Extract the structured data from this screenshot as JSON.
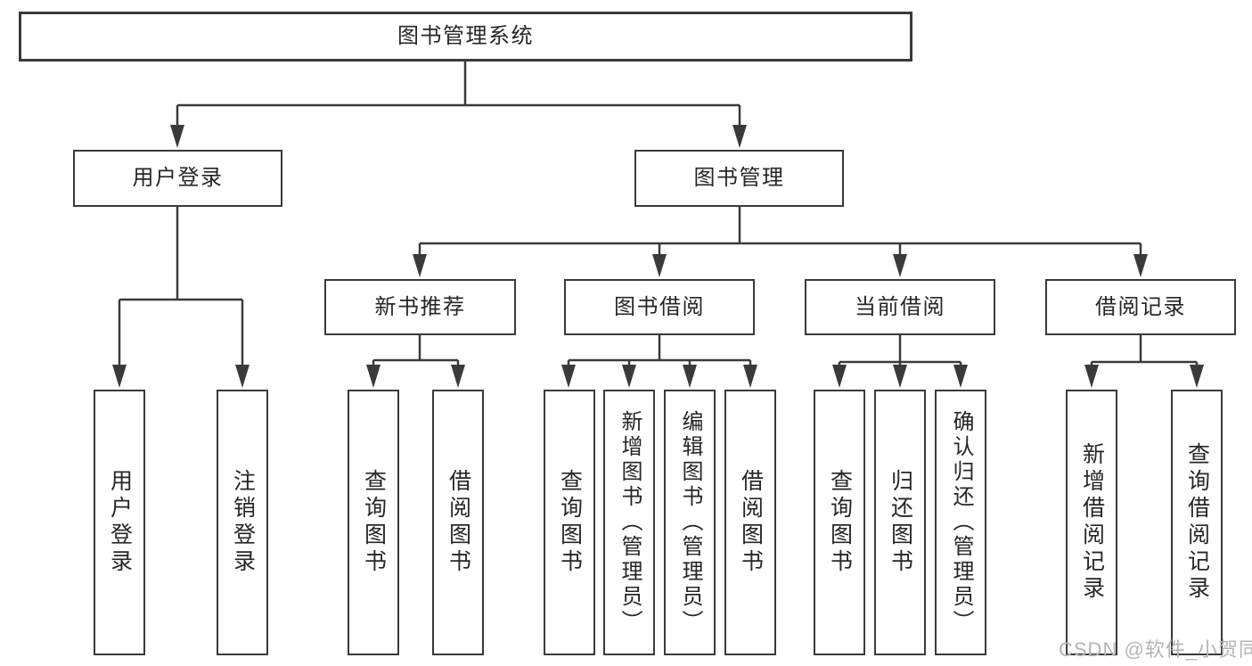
{
  "diagram": {
    "root": {
      "label": "图书管理系统"
    },
    "level1": [
      {
        "id": "user-login",
        "label": "用户登录"
      },
      {
        "id": "book-management",
        "label": "图书管理"
      }
    ],
    "level2": [
      {
        "id": "new-book-recommendation",
        "label": "新书推荐"
      },
      {
        "id": "book-borrowing",
        "label": "图书借阅"
      },
      {
        "id": "current-borrowing",
        "label": "当前借阅"
      },
      {
        "id": "borrowing-records",
        "label": "借阅记录"
      }
    ],
    "leaves": [
      {
        "id": "user-login",
        "label": "用户登录"
      },
      {
        "id": "logout",
        "label": "注销登录"
      },
      {
        "id": "query-books-recommend",
        "label": "查询图书"
      },
      {
        "id": "borrow-books-recommend",
        "label": "借阅图书"
      },
      {
        "id": "query-books-borrow",
        "label": "查询图书"
      },
      {
        "id": "add-books-admin",
        "label": "新增图书（管理员）"
      },
      {
        "id": "edit-books-admin",
        "label": "编辑图书（管理员）"
      },
      {
        "id": "borrow-books-borrow",
        "label": "借阅图书"
      },
      {
        "id": "query-books-current",
        "label": "查询图书"
      },
      {
        "id": "return-books",
        "label": "归还图书"
      },
      {
        "id": "confirm-return-admin",
        "label": "确认归还（管理员）"
      },
      {
        "id": "add-borrow-record",
        "label": "新增借阅记录"
      },
      {
        "id": "query-borrow-record",
        "label": "查询借阅记录"
      }
    ]
  },
  "watermark": {
    "text": "CSDN @软件_小贺同学"
  },
  "colors": {
    "line": "#3a3a3a",
    "text": "#262626",
    "watermark": "#b4b4b4",
    "background": "#ffffff"
  }
}
